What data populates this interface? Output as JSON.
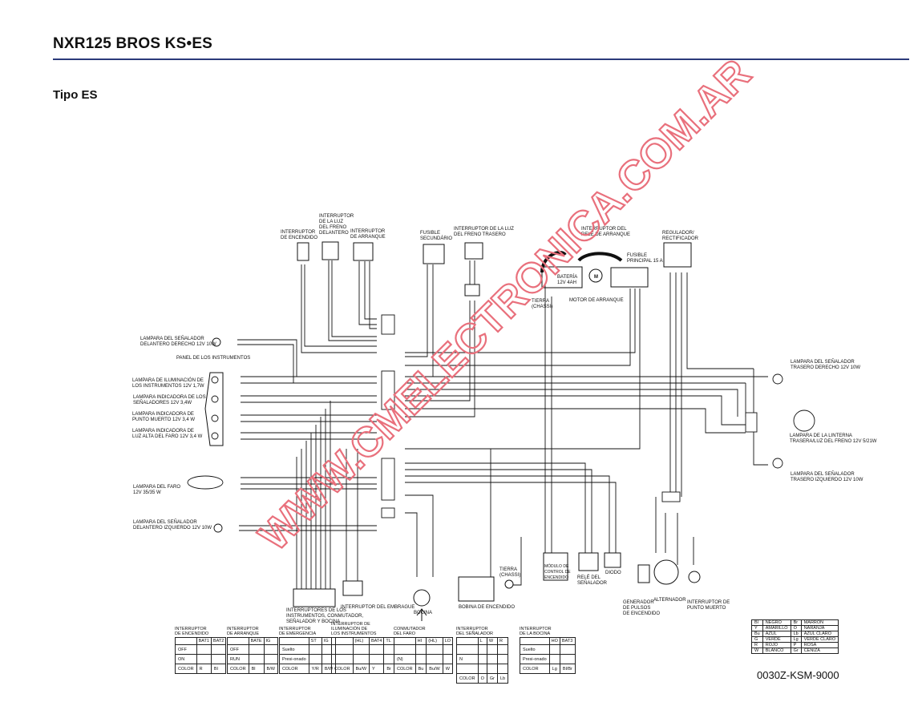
{
  "header": {
    "title": "NXR125 BROS KS•ES",
    "subtitle": "Tipo ES",
    "code": "0030Z-KSM-9000"
  },
  "watermark": {
    "text": "WWW.CMELECTRONICA.COM.AR",
    "color": "#e9707c"
  },
  "components": {
    "int_encendido": [
      "INTERRUPTOR",
      "DE ENCENDIDO"
    ],
    "int_freno_del": [
      "INTERRUPTOR",
      "DE LA LUZ",
      "DEL FRENO",
      "DELANTERO"
    ],
    "int_arranque": [
      "INTERRUPTOR",
      "DE ARRANQUE"
    ],
    "fusible_sec": [
      "FUSIBLE",
      "SECUNDÁRIO"
    ],
    "int_freno_tras": [
      "INTERRUPTOR DE LA LUZ",
      "DEL FRENO TRASERO"
    ],
    "bateria": [
      "BATERÍA",
      "12V 4AH"
    ],
    "int_rele_arranque": [
      "INTERRUPTOR DEL",
      "RELÉ DE ARRANQUE"
    ],
    "fusible_ppal": [
      "FUSIBLE",
      "PRINCIPAL 15 A"
    ],
    "regulador": [
      "REGULADOR/",
      "RECTIFICADOR"
    ],
    "tierra_chassi": [
      "TIERRA",
      "(CHASSI)"
    ],
    "motor_arranque": "MOTOR DE ARRANQUE",
    "senal_del_der": [
      "LAMPARA DEL SEÑALADOR",
      "DELANTERO DERECHO 12V 10W"
    ],
    "panel": "PANEL DE LOS INSTRUMENTOS",
    "ilum_instr": [
      "LAMPARA DE ILUMINACIÓN DE",
      "LOS INSTRUMENTOS 12V 1,7W"
    ],
    "ind_senal": [
      "LAMPARA INDICADORA DE LOS",
      "SEÑALADORES 12V 3,4W"
    ],
    "ind_neutro": [
      "LAMPARA INDICADORA DE",
      "PUNTO MUERTO 12V 3,4 W"
    ],
    "ind_alta": [
      "LAMPARA INDICADORA DE",
      "LUZ ALTA DEL FARO 12V 3,4 W"
    ],
    "faro": [
      "LAMPARA DEL FARO",
      "12V 35/35 W"
    ],
    "senal_del_izq": [
      "LAMPARA DEL SEÑALADOR",
      "DELANTERO IZQUIERDO 12V 10W"
    ],
    "senal_tras_der": [
      "LAMPARA DEL SEÑALADOR",
      "TRASERO DERECHO 12V 10W"
    ],
    "linterna": [
      "LAMPARA DE LA LINTERNA",
      "TRASERA/LUZ DEL FRENO 12V 5/21W"
    ],
    "senal_tras_izq": [
      "LAMPARA DEL SEÑALADOR",
      "TRASERO IZQUIERDO 12V 10W"
    ],
    "int_instr": [
      "INTERRUPTORES DE LOS",
      "INSTRUMENTOS, CONMUTADOR,",
      "SEÑALADOR Y BOCINA"
    ],
    "int_embrague": "INTERRUPTOR DEL EMBRAGUE",
    "bocina": "BOCINA",
    "bobina": "BOBINA DE ENCENDIDO",
    "modulo": [
      "MÓDULO DE",
      "CONTROL DE",
      "ENCENDIDO"
    ],
    "rele_senal": [
      "RELÉ DEL",
      "SEÑALADOR"
    ],
    "diodo": "DIODO",
    "generador": [
      "GENERADOR",
      "DE PULSOS",
      "DE ENCENDIDO"
    ],
    "alternador": "ALTERNADOR",
    "int_neutro": [
      "INTERRUPTOR DE",
      "PUNTO MUERTO"
    ]
  },
  "switch_tables": [
    {
      "title": [
        "INTERRUPTOR",
        "DE ENCENDIDO"
      ],
      "cols": [
        "",
        "BAT1",
        "BAT2"
      ],
      "rows": [
        [
          "OFF",
          "",
          ""
        ],
        [
          "ON",
          "",
          ""
        ],
        [
          "COLOR",
          "R",
          "Bl"
        ]
      ]
    },
    {
      "title": [
        "INTERRUPTOR",
        "DE ARRANQUE"
      ],
      "cols": [
        "",
        "BATE",
        "IG"
      ],
      "rows": [
        [
          "OFF",
          "",
          ""
        ],
        [
          "RUN",
          "",
          ""
        ],
        [
          "COLOR",
          "Bl",
          "B/W"
        ]
      ]
    },
    {
      "title": [
        "INTERRUPTOR",
        "DE EMERGENCIA"
      ],
      "cols": [
        "",
        "ST",
        "IG"
      ],
      "rows": [
        [
          "Suelto",
          "",
          ""
        ],
        [
          "Presi-onado",
          "",
          ""
        ],
        [
          "COLOR",
          "Y/R",
          "B/W"
        ]
      ]
    },
    {
      "title": [
        "INTERRUPTOR DE",
        "ILUMINACIÓN DE",
        "LOS INSTRUMENTOS"
      ],
      "cols": [
        "",
        "(HL)",
        "BAT4",
        "TL"
      ],
      "rows": [
        [
          "",
          "",
          "",
          ""
        ],
        [
          "",
          "",
          "",
          ""
        ],
        [
          "COLOR",
          "Bu/W",
          "Y",
          "Br"
        ]
      ]
    },
    {
      "title": [
        "CONMUTADOR",
        "DEL FARO"
      ],
      "cols": [
        "",
        "HI",
        "(HL)",
        "LO"
      ],
      "rows": [
        [
          "",
          "",
          "",
          ""
        ],
        [
          "(N)",
          "",
          "",
          ""
        ],
        [
          "COLOR",
          "Bu",
          "Bu/W",
          "W"
        ]
      ]
    },
    {
      "title": [
        "INTERRUPTOR",
        "DEL SEÑALADOR"
      ],
      "cols": [
        "",
        "L",
        "W",
        "R"
      ],
      "rows": [
        [
          "",
          "",
          "",
          ""
        ],
        [
          "N",
          "",
          "",
          ""
        ],
        [
          "",
          "",
          "",
          ""
        ],
        [
          "COLOR",
          "O",
          "Gr",
          "Lb"
        ]
      ]
    },
    {
      "title": [
        "INTERRUPTOR",
        "DE LA BOCINA"
      ],
      "cols": [
        "",
        "HO",
        "BAT3"
      ],
      "rows": [
        [
          "Suelto",
          "",
          ""
        ],
        [
          "Presi-onado",
          "",
          ""
        ],
        [
          "COLOR",
          "Lg",
          "Bl/Br"
        ]
      ]
    }
  ],
  "color_legend": [
    [
      "Bl",
      "NEGRO",
      "Br",
      "MARRÓN"
    ],
    [
      "Y",
      "AMARILLO",
      "O",
      "NARANJA"
    ],
    [
      "Bu",
      "AZUL",
      "Lb",
      "AZUL CLARO"
    ],
    [
      "G",
      "VERDE",
      "Lg",
      "VERDE CLARO"
    ],
    [
      "R",
      "ROJO",
      "P",
      "ROSA"
    ],
    [
      "W",
      "BLANCO",
      "Gr",
      "CENIZA"
    ]
  ]
}
